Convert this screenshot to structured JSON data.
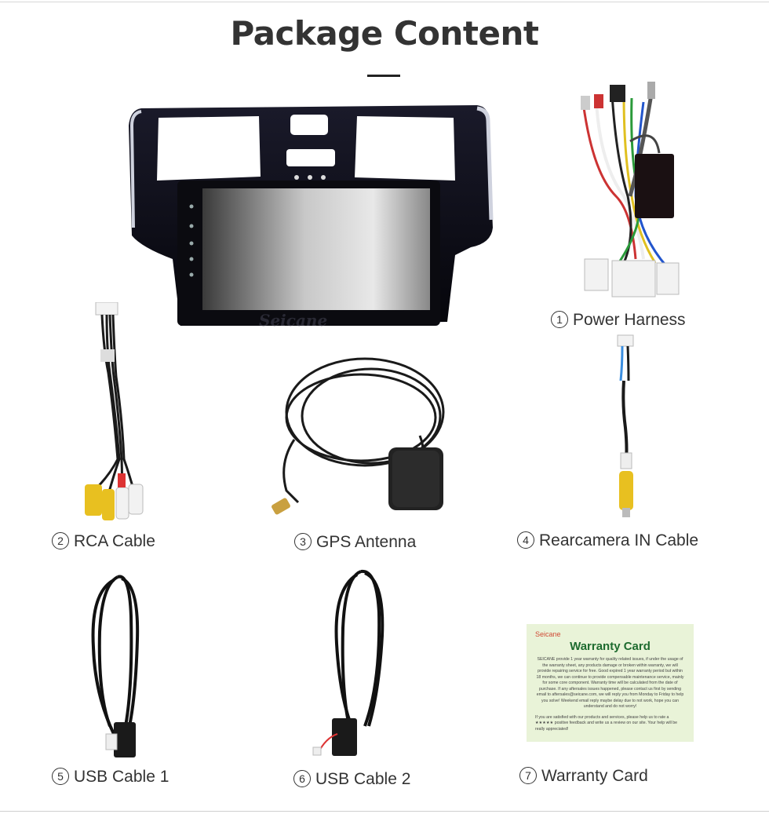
{
  "page": {
    "title": "Package Content"
  },
  "items": [
    {
      "num": "1",
      "label": "Power Harness"
    },
    {
      "num": "2",
      "label": "RCA Cable"
    },
    {
      "num": "3",
      "label": "GPS Antenna"
    },
    {
      "num": "4",
      "label": "Rearcamera IN Cable"
    },
    {
      "num": "5",
      "label": "USB Cable 1"
    },
    {
      "num": "6",
      "label": "USB Cable 2"
    },
    {
      "num": "7",
      "label": "Warranty Card"
    }
  ],
  "radio": {
    "watermark": "Seicane"
  },
  "warranty_card": {
    "brand": "Seicane",
    "title": "Warranty Card",
    "body": "SEICANE provide 1 year warranty for quality related issues, if under the usage of the warranty sheet, any products damage or broken within warranty, we will provide repairing service for free. Good expired 1 year warranty period but within 18 months, we can continue to provide compensable maintenance service, mainly for some core component. Warranty time will be calculated from the date of purchase. If any aftersales issues happened, please contact us first by sending email to aftersales@seicane.com, we will reply you from Monday to Friday to help you solve! Weekend email reply maybe delay due to not work, hope you can understand and do not worry!",
    "footer": "If you are satisfied with our products and services, please help us to rate a ★★★★★ positive feedback and write us a review on our site. Your help will be really appreciated!"
  }
}
